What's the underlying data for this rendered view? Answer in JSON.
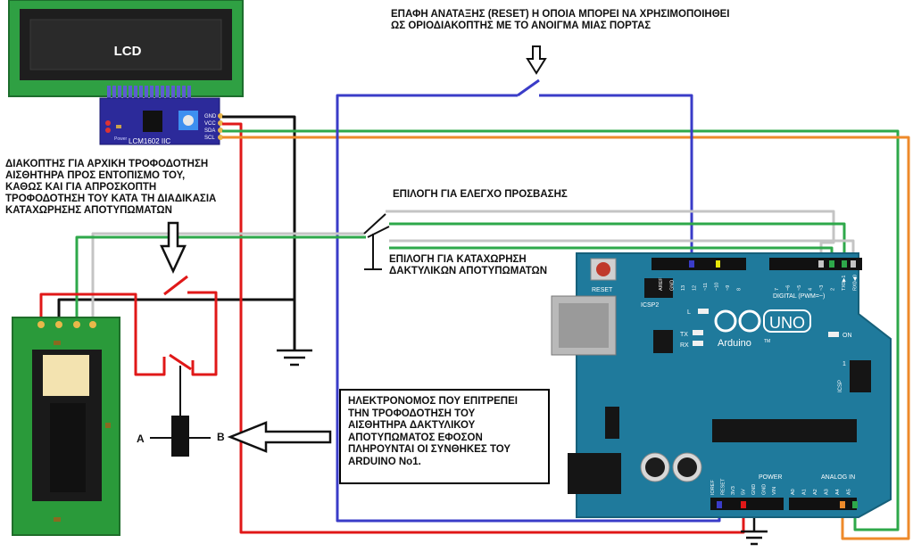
{
  "lcd": {
    "label": "LCD"
  },
  "i2c": {
    "model": "LCM1602 IIC",
    "pins": [
      "GND",
      "VCC",
      "SDA",
      "SCL"
    ],
    "power_text": "Power"
  },
  "labels": {
    "reset_note": "ΕΠΑΦΗ ΑΝΑΤΑΞΗΣ (RESET) Η ΟΠΟΙΑ ΜΠΟΡΕΙ ΝΑ ΧΡΗΣΙΜΟΠΟΙΗΘΕΙ\nΩΣ ΟΡΙΟΔΙΑΚΟΠΤΗΣ ΜΕ ΤΟ ΑΝΟΙΓΜΑ ΜΙΑΣ ΠΟΡΤΑΣ",
    "power_switch_note": "ΔΙΑΚΟΠΤΗΣ ΓΙΑ ΑΡΧΙΚΗ ΤΡΟΦΟΔΟΤΗΣΗ\nΑΙΣΘΗΤΗΡΑ ΠΡΟΣ ΕΝΤΟΠΙΣΜΟ ΤΟΥ,\nΚΑΘΩΣ ΚΑΙ ΓΙΑ ΑΠΡΟΣΚΟΠΤΗ\nΤΡΟΦΟΔΟΤΗΣΗ ΤΟΥ ΚΑΤΑ ΤΗ ΔΙΑΔΙΚΑΣΙΑ\nΚΑΤΑΧΩΡΗΣΗΣ ΑΠΟΤΥΠΩΜΑΤΩΝ",
    "access_option": "ΕΠΙΛΟΓΗ ΓΙΑ ΕΛΕΓΧΟ ΠΡΟΣΒΑΣΗΣ",
    "enroll_option": "ΕΠΙΛΟΓΗ ΓΙΑ ΚΑΤΑΧΩΡΗΣΗ\nΔΑΚΤΥΛΙΚΩΝ ΑΠΟΤΥΠΩΜΑΤΩΝ",
    "relay_note": "ΗΛΕΚΤΡΟΝΟΜΟΣ ΠΟΥ ΕΠΙΤΡΕΠΕΙ\nΤΗΝ ΤΡΟΦΟΔΟΤΗΣΗ ΤΟΥ\nΑΙΣΘΗΤΗΡΑ ΔΑΚΤΥΛΙΚΟΥ\nΑΠΟΤΥΠΩΜΑΤΟΣ ΕΦΟΣΟΝ\nΠΛΗΡΟΥΝΤΑΙ ΟΙ ΣΥΝΘΗΚΕΣ ΤΟΥ\nARDUINO No1.",
    "relay_a": "A",
    "relay_b": "B"
  },
  "arduino": {
    "reset": "RESET",
    "icsp2": "ICSP2",
    "icsp": "ICSP",
    "uno": "UNO",
    "brand": "Arduino",
    "tm": "TM",
    "digital": "DIGITAL (PWM=~)",
    "power": "POWER",
    "analog": "ANALOG IN",
    "l": "L",
    "tx": "TX",
    "rx": "RX",
    "on": "ON",
    "one": "1",
    "digital_pins": [
      "AREF",
      "GND",
      "13",
      "12",
      "~11",
      "~10",
      "~9",
      "8",
      "7",
      "~6",
      "~5",
      "4",
      "~3",
      "2",
      "TX0▶1",
      "RX0◀0"
    ],
    "power_pins": [
      "IOREF",
      "RESET",
      "3V3",
      "5V",
      "GND",
      "GND",
      "VIN"
    ],
    "analog_pins": [
      "A0",
      "A1",
      "A2",
      "A3",
      "A4",
      "A5"
    ]
  },
  "colors": {
    "blue_wire": "#3a3cc8",
    "red_wire": "#e01818",
    "green_wire": "#2ea84a",
    "orange_wire": "#ee8a2a",
    "grey_wire": "#c4c4c4",
    "black_wire": "#111111",
    "board": "#1f7a9c"
  }
}
